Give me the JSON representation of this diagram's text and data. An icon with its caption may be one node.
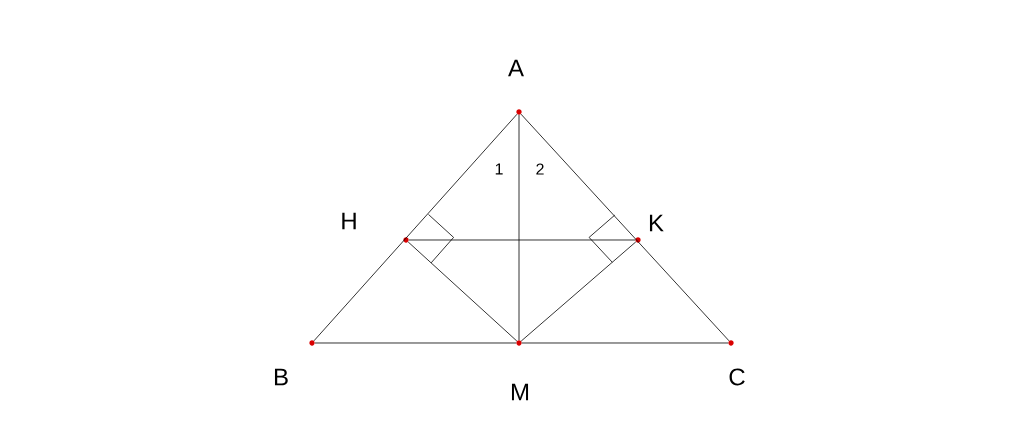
{
  "diagram": {
    "nodes": [
      {
        "text": [
          "A"
        ]
      },
      {
        "text": [
          "H"
        ]
      },
      {
        "text": [
          "K"
        ]
      },
      {
        "text": [
          "B"
        ]
      },
      {
        "text": [
          "M"
        ]
      },
      {
        "text": [
          "C"
        ]
      }
    ],
    "edges": [
      {
        "from": 0,
        "to": 3,
        "arrow": "none"
      },
      {
        "from": 0,
        "to": 5,
        "arrow": "none"
      },
      {
        "from": 3,
        "to": 4,
        "arrow": "none"
      },
      {
        "from": 4,
        "to": 5,
        "arrow": "none"
      },
      {
        "from": 0,
        "to": 4,
        "arrow": "none"
      },
      {
        "from": 1,
        "to": 2,
        "arrow": "none"
      },
      {
        "from": 1,
        "to": 4,
        "arrow": "none"
      },
      {
        "from": 2,
        "to": 4,
        "arrow": "none"
      }
    ],
    "labels": [
      "1",
      "2"
    ]
  }
}
